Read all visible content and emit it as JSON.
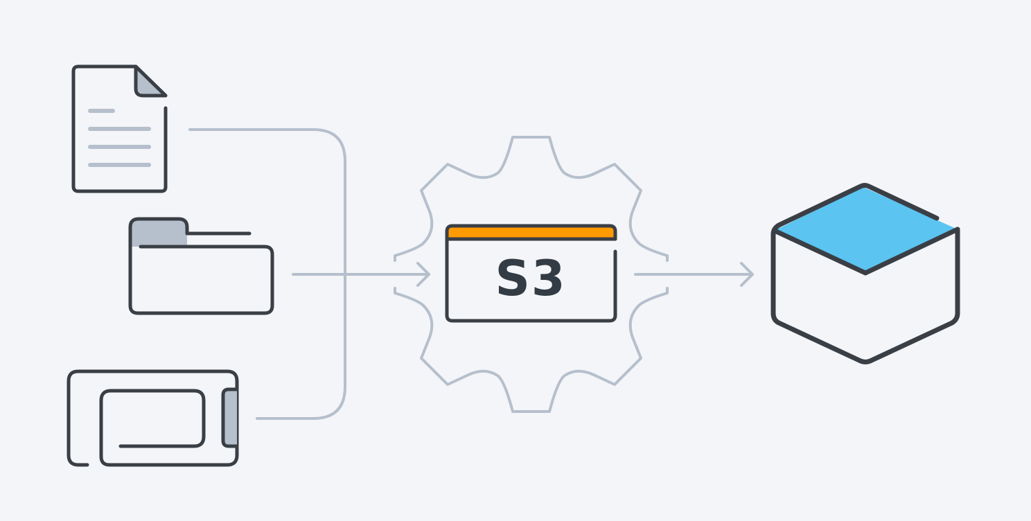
{
  "diagram": {
    "title_text": "S3",
    "colors": {
      "background": "#f3f5f8",
      "stroke_dark": "#3a3f46",
      "stroke_light": "#b6bfcc",
      "fill_gray": "#b6bfcc",
      "accent_orange": "#ff9a00",
      "accent_blue": "#5bc4f1"
    },
    "sources": [
      {
        "name": "document",
        "icon": "document-icon"
      },
      {
        "name": "folder",
        "icon": "folder-icon"
      },
      {
        "name": "drive",
        "icon": "drive-icon"
      }
    ],
    "processor": {
      "icon": "gear-icon",
      "label": "S3"
    },
    "destination": {
      "icon": "cube-icon"
    }
  }
}
